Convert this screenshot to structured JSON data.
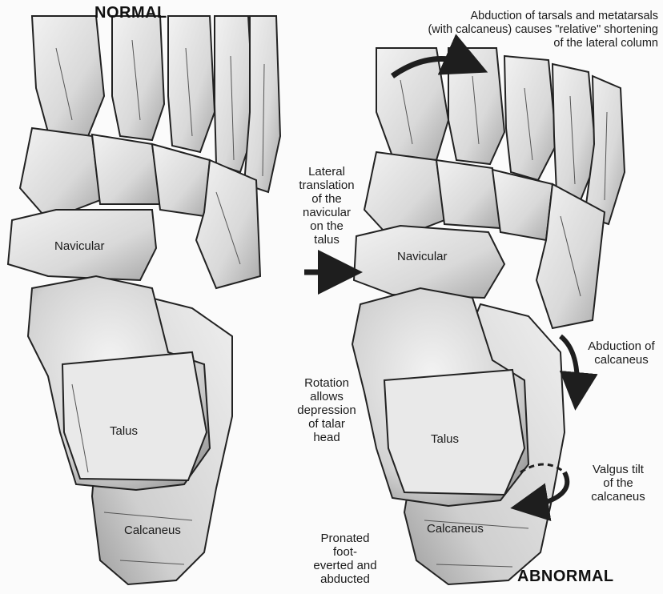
{
  "left_panel": {
    "heading": "NORMAL",
    "bones": {
      "navicular": "Navicular",
      "talus": "Talus",
      "calcaneus": "Calcaneus"
    }
  },
  "right_panel": {
    "heading": "ABNORMAL",
    "bones": {
      "navicular": "Navicular",
      "talus": "Talus",
      "calcaneus": "Calcaneus"
    }
  },
  "annotations": {
    "abduction_tarsals": [
      "Abduction of tarsals and metatarsals",
      "(with calcaneus) causes \"relative\" shortening",
      "of the lateral column"
    ],
    "lateral_translation": [
      "Lateral",
      "translation",
      "of the",
      "navicular",
      "on the",
      "talus"
    ],
    "abduction_calcaneus": [
      "Abduction of",
      "calcaneus"
    ],
    "rotation": [
      "Rotation",
      "allows",
      "depression",
      "of talar",
      "head"
    ],
    "valgus_tilt": [
      "Valgus tilt",
      "of the",
      "calcaneus"
    ],
    "pronated": [
      "Pronated",
      "foot-",
      "everted and",
      "abducted"
    ]
  },
  "colors": {
    "bone_fill": "#e4e4e4",
    "bone_shade": "#b9b9b9",
    "ink": "#1a1a1a",
    "arrow": "#1e1e1e"
  }
}
